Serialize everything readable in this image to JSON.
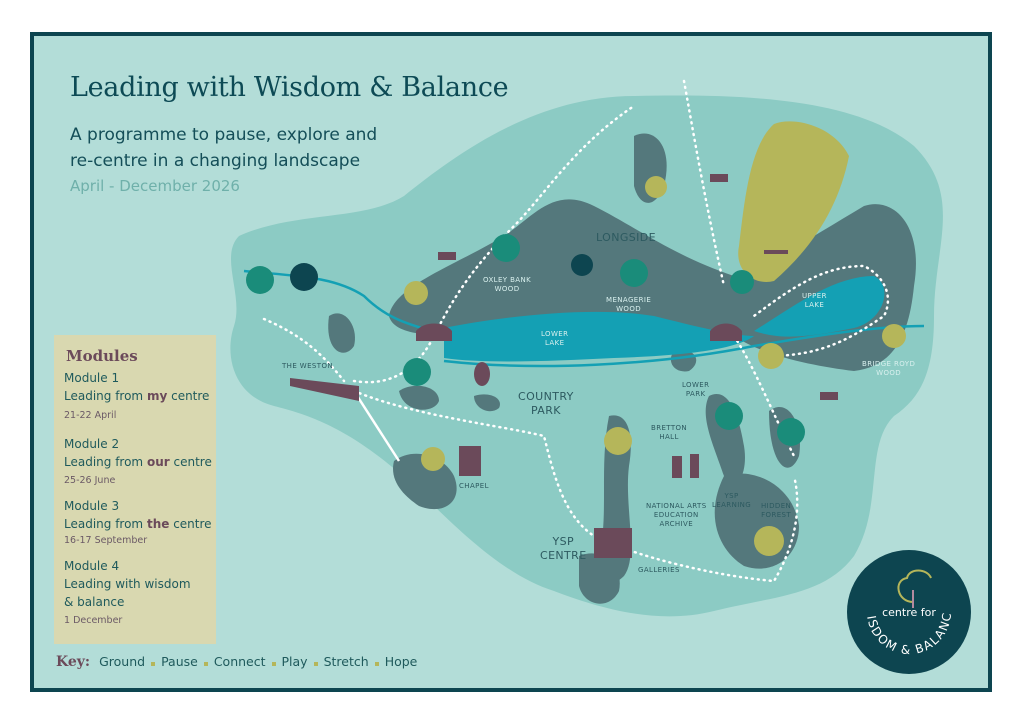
{
  "header": {
    "title": "Leading with Wisdom & Balance",
    "subtitle_line1": "A programme to pause, explore and",
    "subtitle_line2": "re-centre in a changing landscape",
    "dates": "April - December 2026"
  },
  "map_labels": {
    "longside": "LONGSIDE",
    "oxley_1": "OXLEY BANK",
    "oxley_2": "WOOD",
    "menagerie_1": "MENAGERIE",
    "menagerie_2": "WOOD",
    "lower_lake_1": "LOWER",
    "lower_lake_2": "LAKE",
    "upper_lake_1": "UPPER",
    "upper_lake_2": "LAKE",
    "bridge_royd_1": "BRIDGE ROYD",
    "bridge_royd_2": "WOOD",
    "weston": "THE WESTON",
    "country_1": "COUNTRY",
    "country_2": "PARK",
    "lower_park_1": "LOWER",
    "lower_park_2": "PARK",
    "bretton_1": "BRETTON",
    "bretton_2": "HALL",
    "chapel": "CHAPEL",
    "naea_1": "NATIONAL ARTS",
    "naea_2": "EDUCATION",
    "naea_3": "ARCHIVE",
    "ysp_learning_1": "YSP",
    "ysp_learning_2": "LEARNING",
    "hidden_1": "HIDDEN",
    "hidden_2": "FOREST",
    "ysp_centre_1": "YSP",
    "ysp_centre_2": "CENTRE",
    "galleries": "GALLERIES"
  },
  "modules": {
    "heading": "Modules",
    "items": [
      {
        "name": "Module 1",
        "pre": "Leading from ",
        "em": "my",
        "post": " centre",
        "date": "21-22 April"
      },
      {
        "name": "Module 2",
        "pre": "Leading from ",
        "em": "our",
        "post": " centre",
        "date": "25-26 June"
      },
      {
        "name": "Module 3",
        "pre": "Leading from ",
        "em": "the",
        "post": " centre",
        "date": "16-17 September"
      },
      {
        "name": "Module 4",
        "pre": "Leading with wisdom",
        "em": "",
        "post": "",
        "line2": "& balance",
        "date": "1 December"
      }
    ]
  },
  "key": {
    "label": "Key:",
    "items": [
      "Ground",
      "Pause",
      "Connect",
      "Play",
      "Stretch",
      "Hope"
    ]
  },
  "logo": {
    "top": "centre for",
    "bottom": "WISDOM & BALANCE"
  },
  "colors": {
    "frame": "#0d4550",
    "background": "#b3ddd8",
    "land": "#8ccbc4",
    "woods": "#54787c",
    "water": "#14a0b4",
    "olive": "#b5b65a",
    "plum": "#6b4a5a"
  }
}
